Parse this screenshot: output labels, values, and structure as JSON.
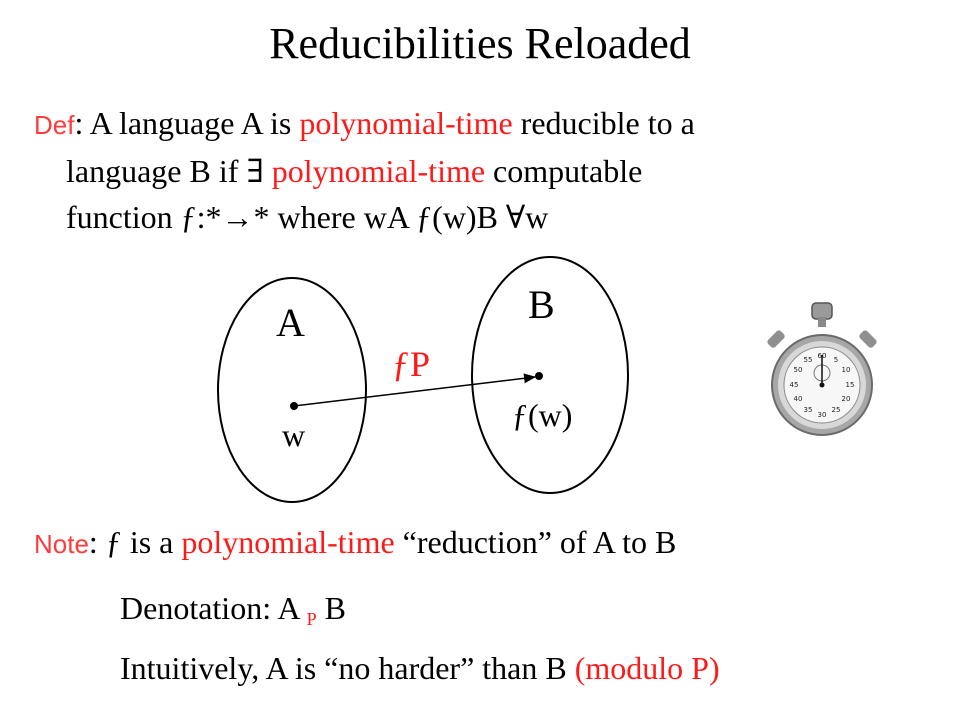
{
  "slide": {
    "title": "Reducibilities Reloaded"
  },
  "definition": {
    "label": "Def",
    "line1_a": ": A language A is ",
    "line1_red": "polynomial-time",
    "line1_b": " reducible to a",
    "line2_a": "language B if  ∃ ",
    "line2_red": "polynomial-time",
    "line2_b": " computable",
    "line3": "function  ƒ:*→* where wA  ƒ(w)B ∀w"
  },
  "diagram": {
    "set_a_label": "A",
    "set_b_label": "B",
    "point_w_label": "w",
    "point_fw_label": "ƒ(w)",
    "arrow_label": "ƒP"
  },
  "note": {
    "label": "Note",
    "text_a": ":  ƒ is a ",
    "text_red": "polynomial-time",
    "text_b": " “reduction” of A to B"
  },
  "denotation": {
    "text_a": "Denotation: A  ",
    "sub": "P",
    "text_b": " B"
  },
  "intuition": {
    "text_a": "Intuitively, A is “no harder” than B ",
    "text_red": "(modulo P)"
  },
  "colors": {
    "accent_red": "#ff1a1a"
  },
  "icons": {
    "stopwatch": "stopwatch-icon"
  }
}
